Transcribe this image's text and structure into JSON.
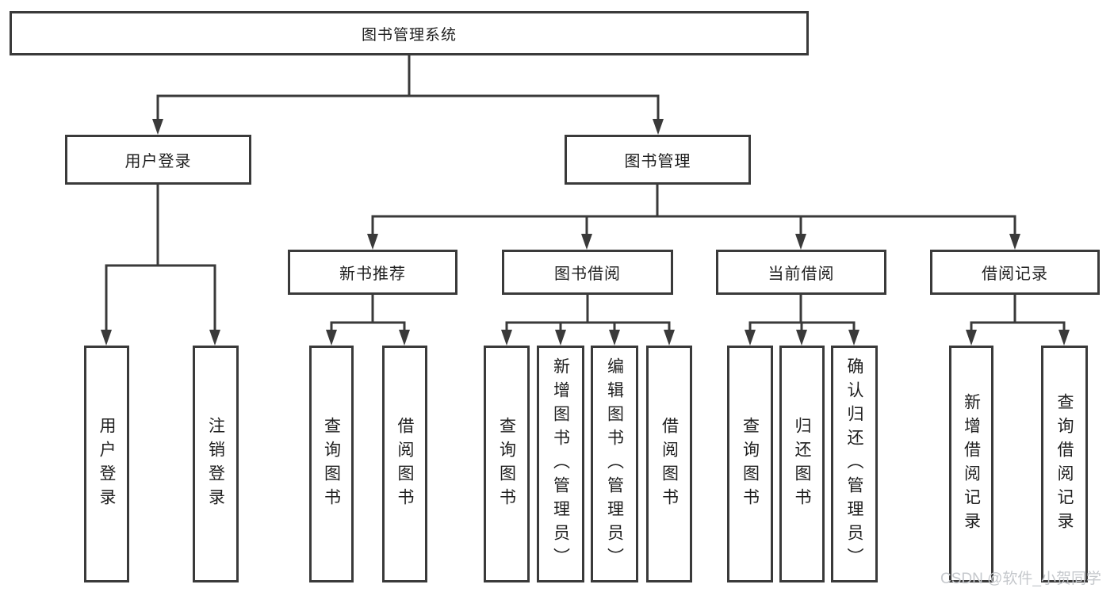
{
  "diagram": {
    "title": "图书管理系统",
    "type": "hierarchy-tree",
    "colors": {
      "line": "#3a3a3a",
      "box_border": "#3a3a3a",
      "box_fill": "#ffffff",
      "text": "#1f1f1f",
      "watermark": "#c5c8cc",
      "background": "#ffffff"
    },
    "nodes": {
      "root": {
        "label": "图书管理系统"
      },
      "user-login": {
        "label": "用户登录"
      },
      "book-management": {
        "label": "图书管理"
      },
      "new-book-recommend": {
        "label": "新书推荐"
      },
      "book-borrow": {
        "label": "图书借阅"
      },
      "current-borrow": {
        "label": "当前借阅"
      },
      "borrow-records": {
        "label": "借阅记录"
      },
      "leaf-user-login": {
        "label": "用户登录"
      },
      "leaf-logout": {
        "label": "注销登录"
      },
      "leaf-query-book-recommend": {
        "label": "查询图书"
      },
      "leaf-borrow-book-recommend": {
        "label": "借阅图书"
      },
      "leaf-query-book-borrow": {
        "label": "查询图书"
      },
      "leaf-add-book": {
        "label": "新增图书（管理员）"
      },
      "leaf-edit-book": {
        "label": "编辑图书（管理员）"
      },
      "leaf-borrow-book": {
        "label": "借阅图书"
      },
      "leaf-query-book-current": {
        "label": "查询图书"
      },
      "leaf-return-book": {
        "label": "归还图书"
      },
      "leaf-confirm-return": {
        "label": "确认归还（管理员）"
      },
      "leaf-add-borrow-record": {
        "label": "新增借阅记录"
      },
      "leaf-query-borrow-record": {
        "label": "查询借阅记录"
      }
    },
    "tree": {
      "图书管理系统": {
        "用户登录": [
          "用户登录",
          "注销登录"
        ],
        "图书管理": {
          "新书推荐": [
            "查询图书",
            "借阅图书"
          ],
          "图书借阅": [
            "查询图书",
            "新增图书（管理员）",
            "编辑图书（管理员）",
            "借阅图书"
          ],
          "当前借阅": [
            "查询图书",
            "归还图书",
            "确认归还（管理员）"
          ],
          "借阅记录": [
            "新增借阅记录",
            "查询借阅记录"
          ]
        }
      }
    }
  },
  "watermark": {
    "text": "CSDN @软件_小贺同学"
  }
}
